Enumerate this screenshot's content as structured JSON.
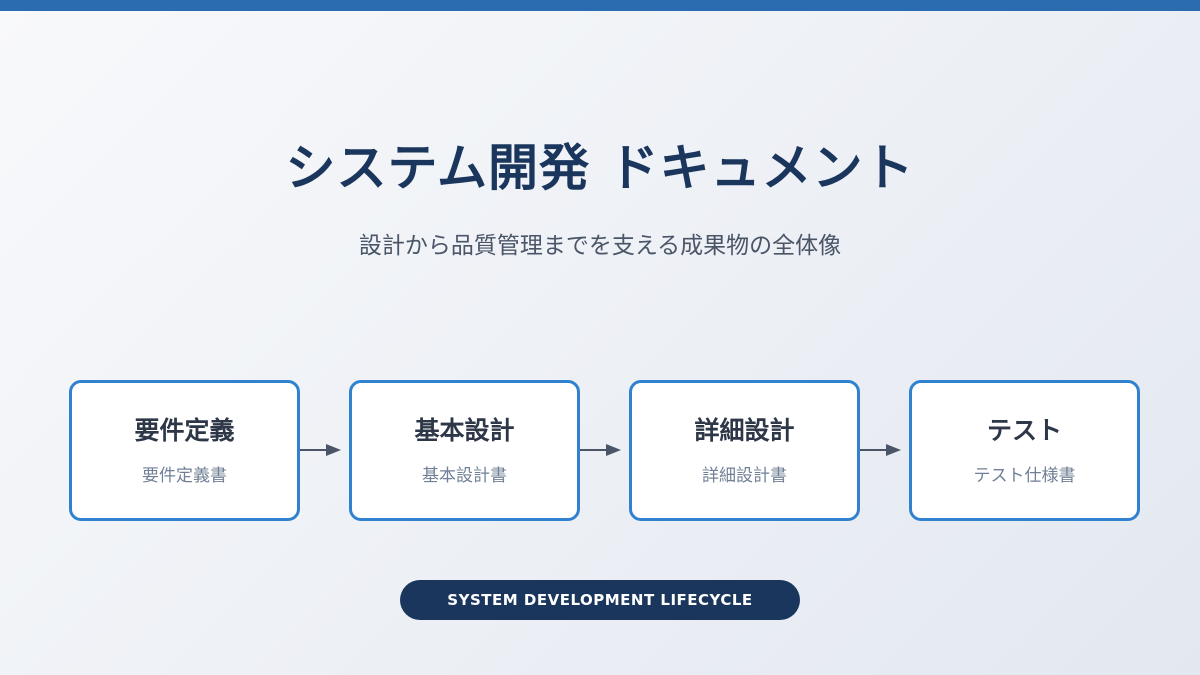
{
  "title": "システム開発 ドキュメント",
  "subtitle": "設計から品質管理までを支える成果物の全体像",
  "steps": [
    {
      "heading": "要件定義",
      "document": "要件定義書"
    },
    {
      "heading": "基本設計",
      "document": "基本設計書"
    },
    {
      "heading": "詳細設計",
      "document": "詳細設計書"
    },
    {
      "heading": "テスト",
      "document": "テスト仕様書"
    }
  ],
  "badge": "SYSTEM DEVELOPMENT LIFECYCLE",
  "colors": {
    "accent": "#2b6cb0",
    "border": "#3182ce",
    "navy": "#1a365d"
  }
}
